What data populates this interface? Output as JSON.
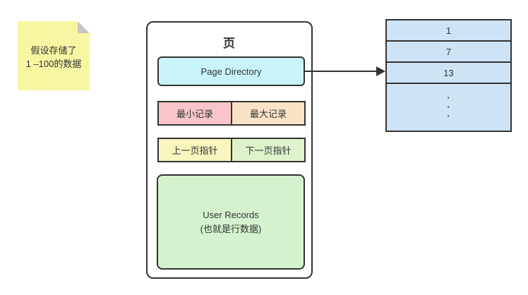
{
  "note": {
    "lines": [
      "假设存储了",
      "1 –100的数据"
    ],
    "bg_color": "#F7F6A2",
    "fold_color": "#C6C6C6"
  },
  "page": {
    "title": "页",
    "page_directory": {
      "label": "Page Directory",
      "bg_color": "#C8F3F8"
    },
    "record_cells": [
      {
        "label": "最小记录",
        "bg_color": "#F7C5CA"
      },
      {
        "label": "最大记录",
        "bg_color": "#FAE2C7"
      }
    ],
    "pointer_cells": [
      {
        "label": "上一页指针",
        "bg_color": "#F8F5BE"
      },
      {
        "label": "下一页指针",
        "bg_color": "#DEF3CB"
      }
    ],
    "user_records": {
      "lines": [
        "User Records",
        "(也就是行数据)"
      ],
      "bg_color": "#D3F2CD"
    }
  },
  "arrow": {
    "from": "page-directory",
    "to": "directory-table-row-13",
    "color": "#333333"
  },
  "directory_table": {
    "bg_color": "#CDE4F7",
    "rows": [
      "1",
      "7",
      "13"
    ],
    "ellipsis": [
      "·",
      "·",
      "·"
    ]
  },
  "colors": {
    "border": "#333333",
    "text": "#333333",
    "background": "#ffffff"
  }
}
